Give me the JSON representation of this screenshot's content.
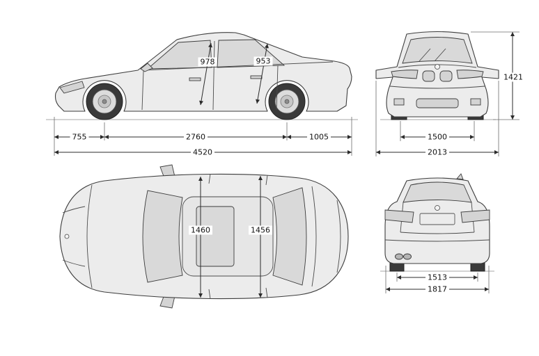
{
  "diagram": {
    "colors": {
      "line": "#3c3c3c",
      "body_fill": "#ececec",
      "background": "#ffffff"
    },
    "side": {
      "front_cabin_height": "978",
      "rear_cabin_height": "953",
      "front_overhang": "755",
      "wheelbase": "2760",
      "rear_overhang": "1005",
      "overall_length": "4520"
    },
    "front": {
      "overall_height": "1421",
      "front_track": "1500",
      "width_incl_mirrors": "2013"
    },
    "top": {
      "width_front": "1460",
      "width_rear": "1456"
    },
    "rear": {
      "rear_track": "1513",
      "overall_width": "1817"
    }
  }
}
